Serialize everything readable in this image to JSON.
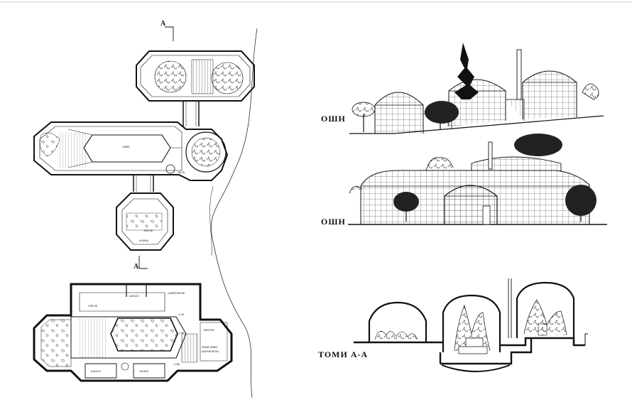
{
  "sheet": {
    "section_marker_top": "A",
    "section_marker_bottom": "A",
    "elevation_label_1": "ОШН",
    "elevation_label_2": "ОШН",
    "section_label": "ТОМИ А-А"
  },
  "plan_annotations": {
    "main_hall": "ЧАЙЕ",
    "small_a": "НЕУЬ",
    "small_b": "ЭЛЕЭЕ",
    "small_c": "ИЛИЬЕ"
  },
  "lower_plan_annotations": {
    "room_1": "ШЮОО",
    "room_2": "ЧАЙЕЕЛЕНЕ",
    "room_3": "ЗЭЕЛЕ",
    "room_4": "ЭЛЕЕЛЕ",
    "room_5": "ИЛИЕЛИВИ",
    "room_6": "ШЮНЕЛЕЛИ",
    "room_7": "ШЮОЭ",
    "room_8": "ЧЕЛЕЕ",
    "lvl_1": "-1.40",
    "lvl_2": "-1.50",
    "lvl_3": "-0.85"
  },
  "colors": {
    "ink": "#111111",
    "paper": "#ffffff",
    "gray": "#999999"
  }
}
